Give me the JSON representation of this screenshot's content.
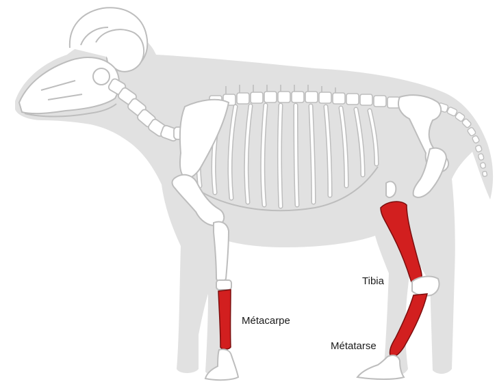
{
  "labels": {
    "tibia": "Tibia",
    "metacarpe": "Métacarpe",
    "metatarse": "Métatarse"
  },
  "colors": {
    "silhouette": "#e1e1e1",
    "bone_fill": "#ffffff",
    "bone_stroke": "#bdbdbd",
    "highlight": "#d21f1f",
    "highlight_stroke": "#7a0d0d"
  },
  "highlighted_bones": [
    "tibia",
    "metacarpe",
    "metatarse"
  ]
}
